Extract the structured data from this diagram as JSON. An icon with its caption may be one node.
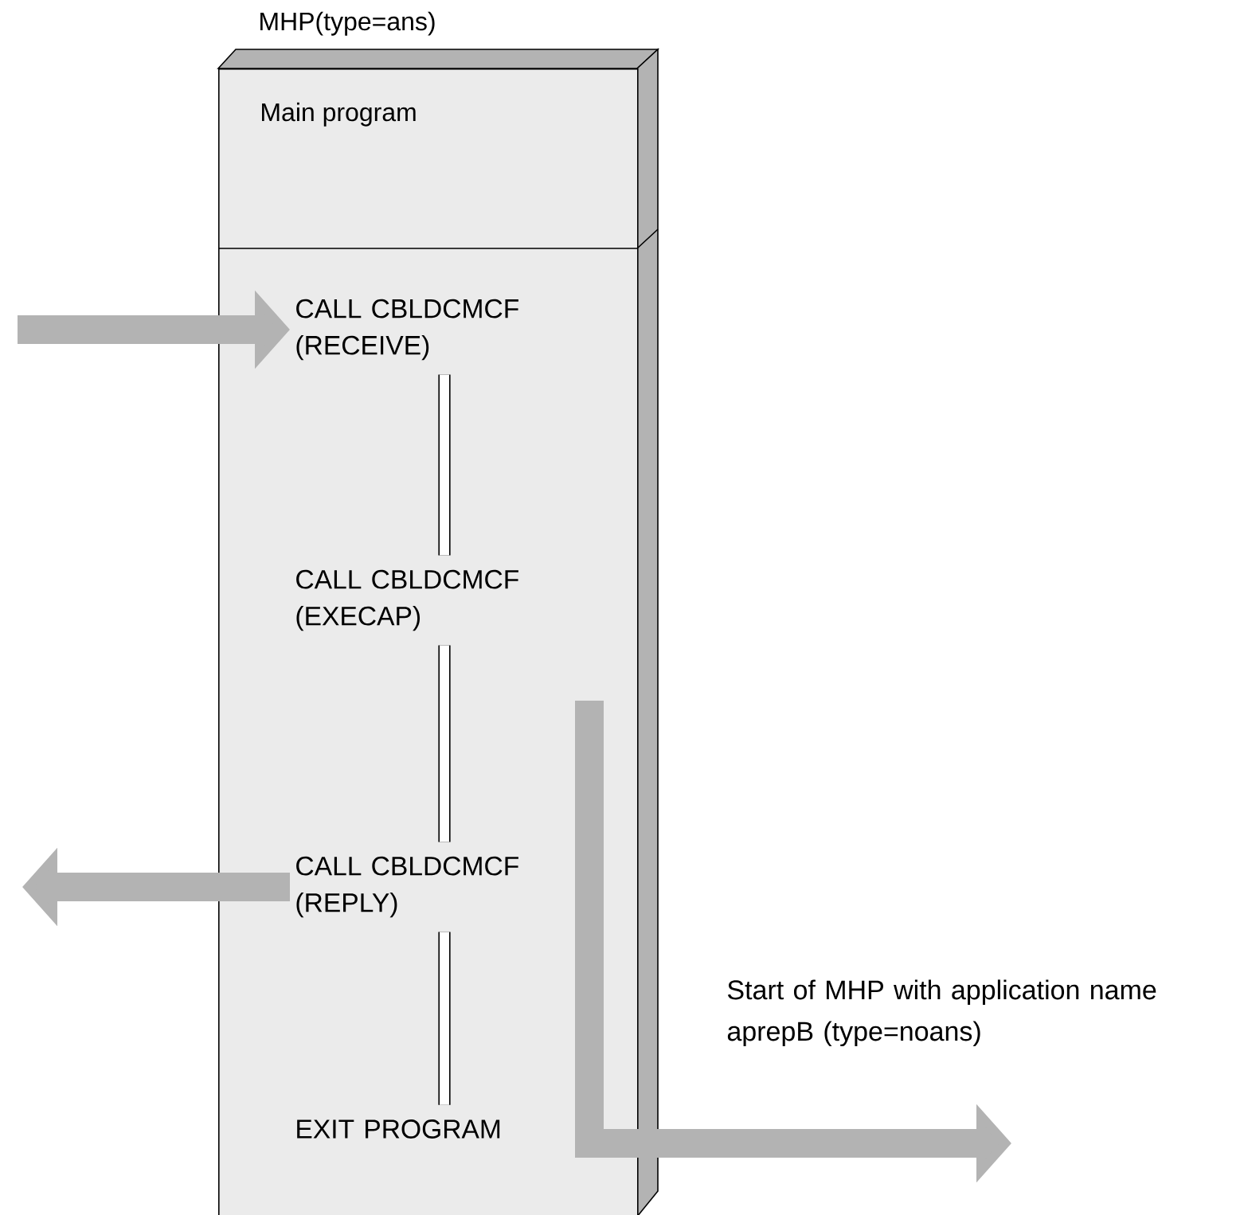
{
  "diagram": {
    "nodes": [
      {
        "text": [
          "MHP(type=ans)",
          "Main program"
        ]
      },
      {
        "text": [
          "CALL CBLDCMCF (RECEIVE)"
        ],
        "in": 0
      },
      {
        "text": [
          "CALL CBLDCMCF (EXECAP)"
        ],
        "in": 0
      },
      {
        "text": [
          "CALL CBLDCMCF (REPLY)"
        ],
        "in": 0
      },
      {
        "text": [
          "EXIT PROGRAM"
        ],
        "in": 0
      }
    ],
    "edges": [
      {
        "from": null,
        "to": 1,
        "arrow": "to",
        "style": "thick"
      },
      {
        "from": 1,
        "to": 2,
        "arrow": "none",
        "color": "#000000"
      },
      {
        "from": 2,
        "to": 3,
        "arrow": "none",
        "color": "#000000"
      },
      {
        "from": 3,
        "to": null,
        "arrow": "to",
        "style": "thick"
      },
      {
        "from": 3,
        "to": 4,
        "arrow": "none",
        "color": "#000000"
      },
      {
        "from": 0,
        "to": null,
        "arrow": "to",
        "style": "thick",
        "label": "Start of MHP with application name aprepB (type=noans)"
      }
    ]
  }
}
